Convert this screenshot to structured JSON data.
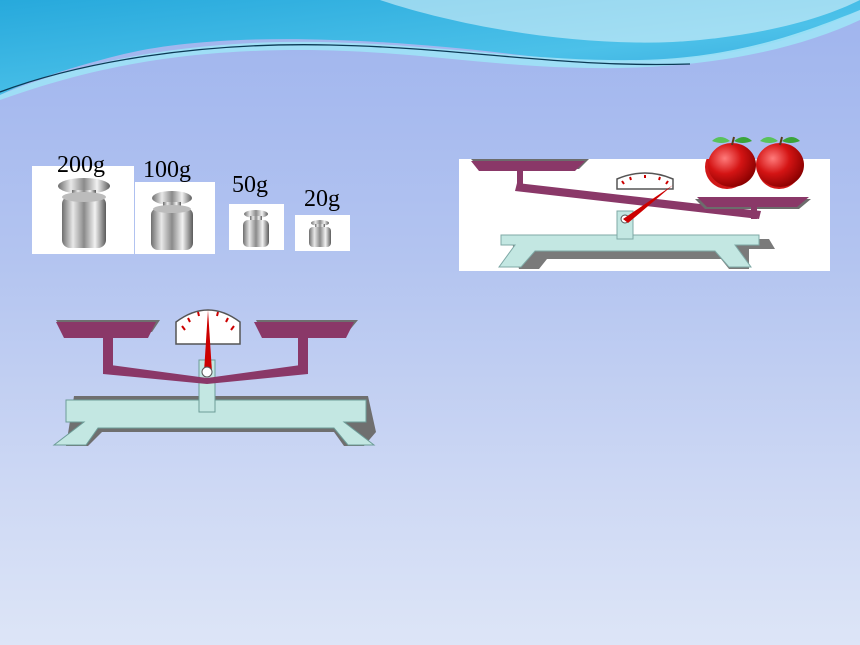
{
  "weights": [
    {
      "label": "200g"
    },
    {
      "label": "100g"
    },
    {
      "label": "50g"
    },
    {
      "label": "20g"
    }
  ],
  "colors": {
    "wave_dark": "#1aa6d6",
    "wave_light": "#7fd6f2",
    "beam": "#8a3868",
    "pan": "#8a3868",
    "base": "#c3e7e2",
    "needle": "#cc0000",
    "apple": "#d01818"
  },
  "scale_right": {
    "state": "tilted, apple side down"
  },
  "scale_left": {
    "state": "balanced"
  }
}
